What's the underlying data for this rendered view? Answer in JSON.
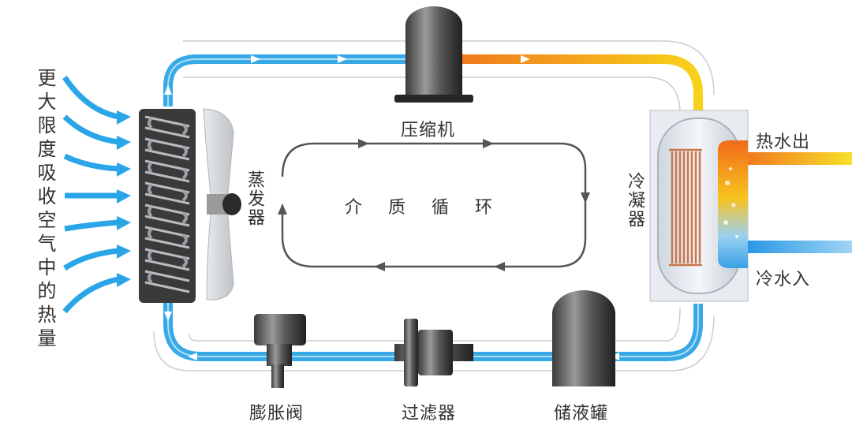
{
  "components": {
    "compressor": "压缩机",
    "evaporator": "蒸发器",
    "condenser": "冷凝器",
    "expansion_valve": "膨胀阀",
    "filter": "过滤器",
    "receiver": "储液罐"
  },
  "cycle_label": "介质循环",
  "side_text": "更大限度吸收空气中的热量",
  "water": {
    "hot_out": "热水出",
    "cold_in": "冷水入"
  },
  "colors": {
    "pipe_cold": "#36a9e6",
    "pipe_hot_start": "#f07a1e",
    "pipe_hot_end": "#f8d21a",
    "arrow_air": "#2aa5e8",
    "cycle_line": "#555555",
    "coil": "#c8764a"
  }
}
